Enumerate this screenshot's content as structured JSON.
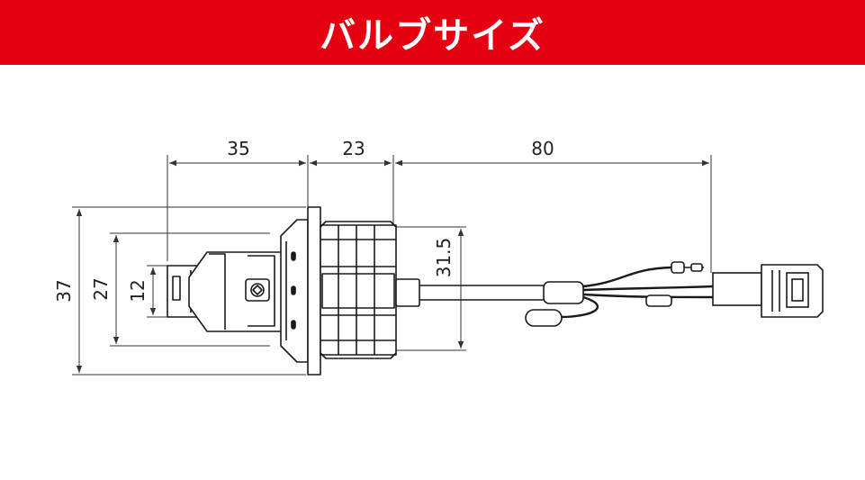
{
  "header": {
    "title": "バルブサイズ",
    "bg_color": "#e50012",
    "text_color": "#ffffff"
  },
  "dimensions": {
    "width_35": "35",
    "width_23": "23",
    "width_80": "80",
    "height_37": "37",
    "height_27": "27",
    "height_12": "12",
    "height_31_5": "31.5"
  },
  "colors": {
    "line": "#1a1a1a",
    "dim": "#333333"
  }
}
